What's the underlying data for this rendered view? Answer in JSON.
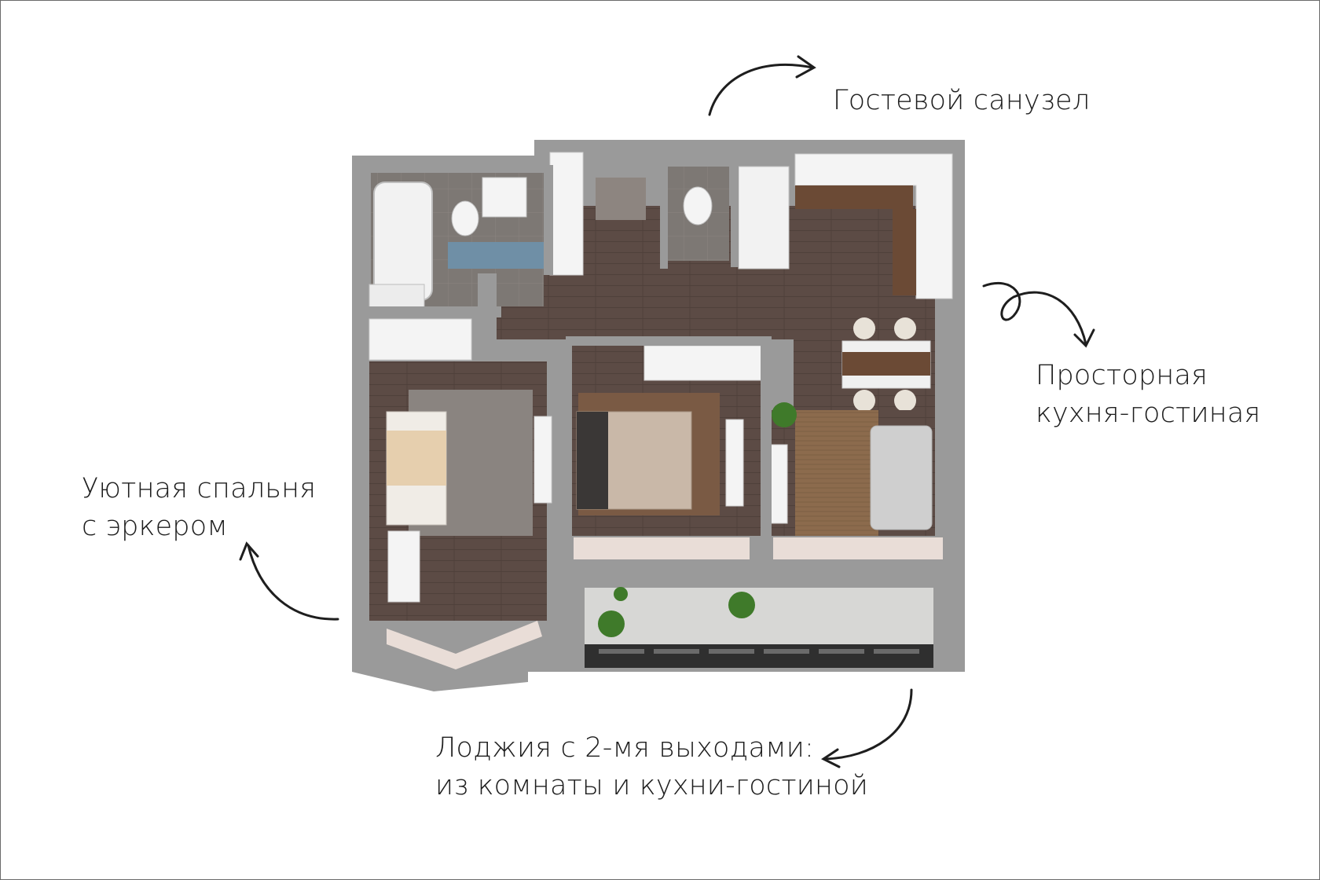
{
  "labels": {
    "guest_bathroom": "Гостевой санузел",
    "kitchen_living_line1": "Просторная",
    "kitchen_living_line2": "кухня-гостиная",
    "bedroom_line1": "Уютная спальня",
    "bedroom_line2": "с эркером",
    "loggia_line1": "Лоджия с 2-мя выходами:",
    "loggia_line2": "из комнаты и кухни-гостиной"
  },
  "icons": {
    "arrow_guest_bathroom": "curved-arrow-right-icon",
    "arrow_kitchen_living": "loop-arrow-down-icon",
    "arrow_bedroom": "curved-arrow-up-icon",
    "arrow_loggia": "curved-arrow-left-icon"
  },
  "colors": {
    "wall": "#9a9a9a",
    "floor_wood": "#5c4b45",
    "tile": "#7d7874",
    "white_furniture": "#f4f4f4",
    "carpet_bedroom": "#8a8480",
    "carpet_living": "#8c6b4d",
    "loggia_floor": "#d7d7d5",
    "text": "#1e1e1e"
  }
}
